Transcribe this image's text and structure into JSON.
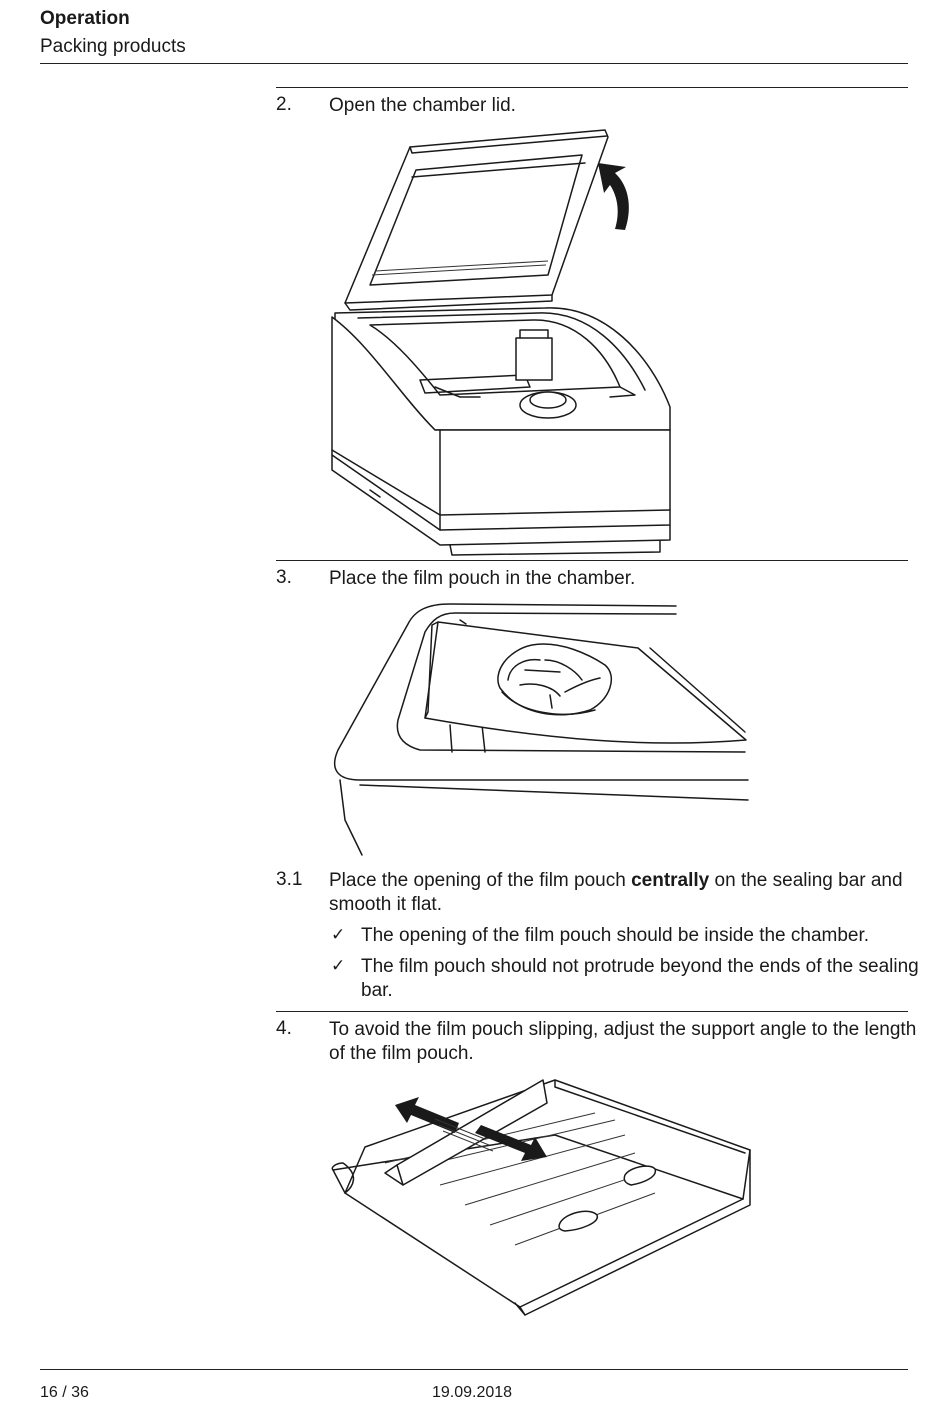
{
  "header": {
    "title": "Operation",
    "subtitle": "Packing products"
  },
  "steps": [
    {
      "number": "2.",
      "text": "Open the chamber lid."
    },
    {
      "number": "3.",
      "text": "Place the film pouch in the chamber."
    },
    {
      "number": "3.1",
      "text_before": "Place the opening of the film pouch ",
      "text_bold": "centrally",
      "text_after": " on the sealing bar and smooth it flat."
    },
    {
      "number": "4.",
      "text": "To avoid the film pouch slipping, adjust the support angle to the length of the film pouch."
    }
  ],
  "checks": [
    {
      "symbol": "✓",
      "text": "The opening of the film pouch should be inside the chamber."
    },
    {
      "symbol": "✓",
      "text": "The film pouch should not protrude beyond the ends of the sealing bar."
    }
  ],
  "footer": {
    "page": "16 / 36",
    "date": "19.09.2018"
  }
}
